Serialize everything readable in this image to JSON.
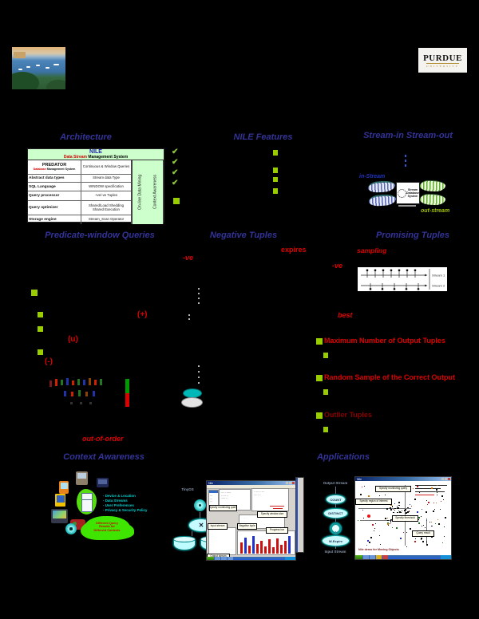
{
  "purdue": {
    "line1": "PURDUE",
    "line2": "UNIVERSITY"
  },
  "sections": {
    "architecture": {
      "title": "Architecture"
    },
    "nile_features": {
      "title": "NILE Features"
    },
    "stream_in_out": {
      "title": "Stream-in Stream-out",
      "in_label": "in-Stream",
      "out_label": "out-stream",
      "box_line1": "Stream",
      "box_line2": "Database",
      "box_line3": "System"
    },
    "predicate_window": {
      "title": "Predicate-window Queries",
      "sym_plus": "(+)",
      "sym_u": "(u)",
      "sym_minus": "(-)"
    },
    "negative_tuples": {
      "title": "Negative Tuples",
      "kw_ve1": "-ve",
      "kw_expires": "expires",
      "kw_ve2": "-ve"
    },
    "promising_tuples": {
      "title": "Promising Tuples",
      "kw_sampling": "sampling",
      "kw_best": "best",
      "timeline": {
        "s1": "Stream 1",
        "s2": "Stream 2"
      },
      "items": [
        {
          "label": "Maximum Number of Output Tuples"
        },
        {
          "label": "Random Sample of the Correct Output"
        },
        {
          "label": "Outlier Tuples"
        }
      ]
    },
    "context_awareness": {
      "title": "Context Awareness",
      "out_of_order": "out-of-order",
      "notes": [
        "Device & Location",
        "Data Streams",
        "User Preferences",
        "Privacy & Security Policy"
      ],
      "cloud_line1": "Different Query",
      "cloud_line2": "Results for",
      "cloud_line3": "Different Contexts"
    },
    "applications": {
      "title": "Applications",
      "pipeline": {
        "top": "Output Stream",
        "op1": "COUNT",
        "op2": "DISTINCT",
        "op3": "W-Expire",
        "bottom": "Input Stream"
      },
      "callouts": {
        "monitoring": "Specify monitoring query",
        "region": "Specify region of interest",
        "threshold": "Specify threshold",
        "result": "Query result"
      },
      "status": "Nile demo for Moving Objects",
      "window_title": "Nile"
    }
  },
  "architecture_table": {
    "title": "NILE",
    "subtitle_red": "Data Stream",
    "subtitle_rest": " Management System",
    "rows": [
      {
        "label": "PREDATOR",
        "sub_red": "Database",
        "sub_rest": " Management System",
        "value": "Continuous & Window Queries"
      },
      {
        "label": "Abstract data types",
        "value": "Stream data Type"
      },
      {
        "label": "SQL Language",
        "value": "WINDOW specification"
      },
      {
        "label": "Query processor",
        "value": "+ve/-ve Tuples"
      },
      {
        "label": "Query optimizer",
        "value": "Shared/Load Shedding",
        "value2": "Shared Execution"
      },
      {
        "label": "Storage engine",
        "value": "Stream_Scan Operator"
      }
    ],
    "side": [
      "On-line Data Mining",
      "Context Awareness"
    ]
  },
  "nile_gui": {
    "window_title": "Nile",
    "sensor_label": "TinyOS",
    "callouts": {
      "monitoring": "Specify monitoring query",
      "window_size": "Specify window size",
      "input": "Input stream",
      "negative": "Negative tuple",
      "progress": "Progress bar",
      "output": "Output stream"
    },
    "bars": [
      [
        14,
        "r"
      ],
      [
        20,
        "b"
      ],
      [
        10,
        "r"
      ],
      [
        22,
        "b"
      ],
      [
        12,
        "r"
      ],
      [
        16,
        "r"
      ],
      [
        9,
        "r"
      ],
      [
        18,
        "r"
      ],
      [
        8,
        "r"
      ],
      [
        19,
        "r"
      ],
      [
        11,
        "r"
      ],
      [
        16,
        "r"
      ],
      [
        22,
        "b"
      ]
    ]
  },
  "colors": {
    "heading": "#333399",
    "green": "#9ACD00",
    "red": "#CC0000",
    "dark_red": "#8B0000",
    "cyan": "#00CCCC",
    "table_green": "#CCFFCC"
  }
}
